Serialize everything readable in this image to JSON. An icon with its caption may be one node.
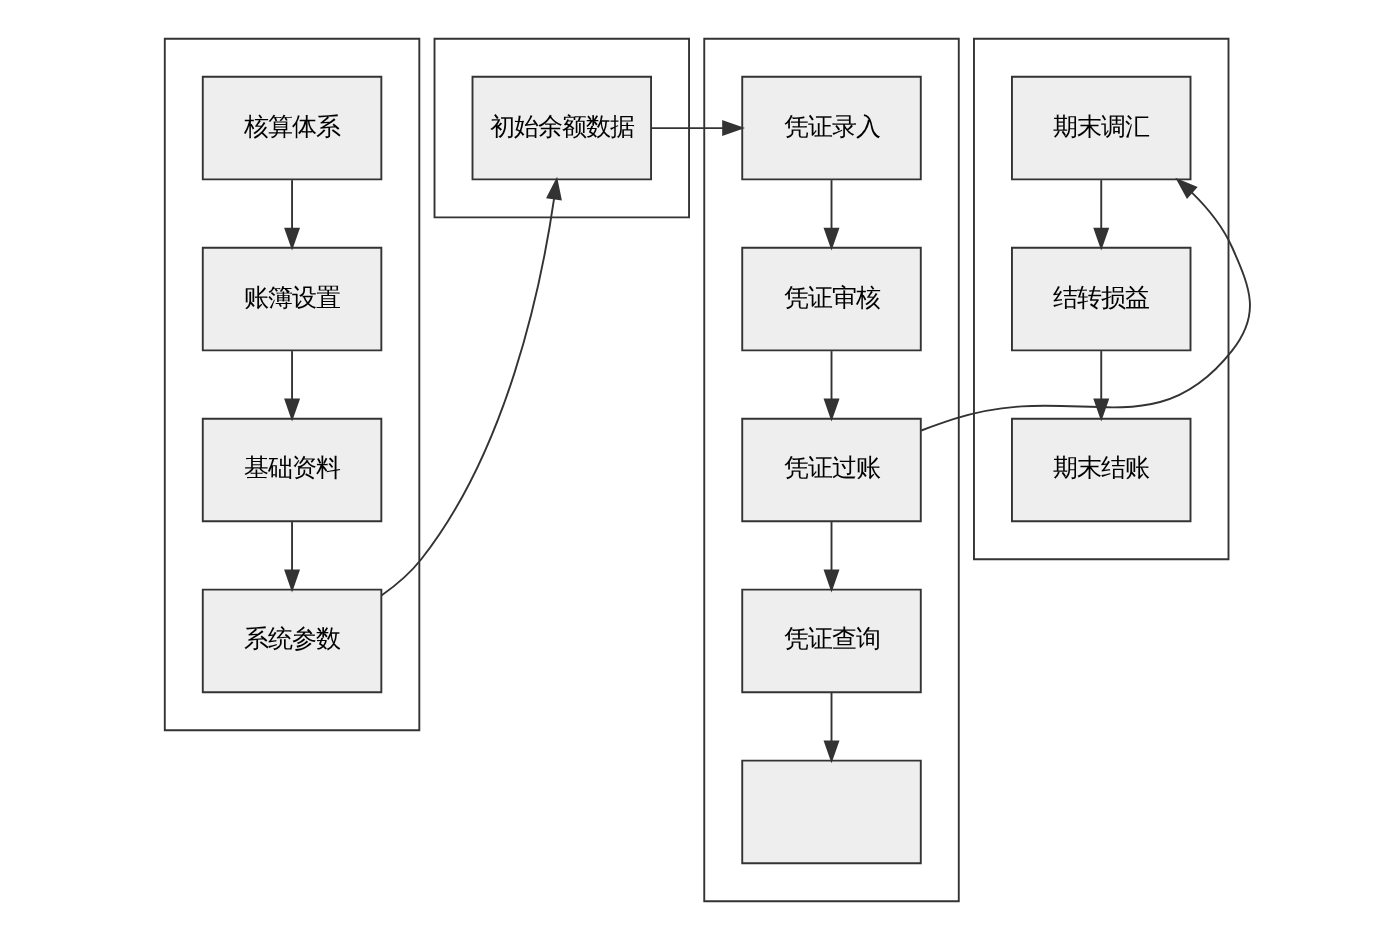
{
  "diagram": {
    "nodes": [
      {
        "text": [],
        "shape": "band"
      },
      {
        "text": [
          "核算体系"
        ],
        "in": 0
      },
      {
        "text": [
          "账簿设置"
        ],
        "in": 0
      },
      {
        "text": [
          "基础资料"
        ],
        "in": 0
      },
      {
        "text": [
          "系统参数"
        ],
        "in": 0
      },
      {
        "text": [],
        "shape": "band"
      },
      {
        "text": [
          "初始余额数据"
        ],
        "in": 5
      },
      {
        "text": [],
        "shape": "band"
      },
      {
        "text": [
          "凭证录入"
        ],
        "in": 7
      },
      {
        "text": [
          "凭证审核"
        ],
        "in": 7
      },
      {
        "text": [
          "凭证过账"
        ],
        "in": 7
      },
      {
        "text": [
          "凭证查询"
        ],
        "in": 7
      },
      {
        "text": [],
        "shape": "box",
        "in": 7
      },
      {
        "text": [],
        "shape": "band"
      },
      {
        "text": [
          "期末调汇"
        ],
        "in": 13
      },
      {
        "text": [
          "结转损益"
        ],
        "in": 13
      },
      {
        "text": [
          "期末结账"
        ],
        "in": 13
      }
    ],
    "edges": [
      {
        "from": 1,
        "to": 2,
        "arrow": "to"
      },
      {
        "from": 2,
        "to": 3,
        "arrow": "to"
      },
      {
        "from": 3,
        "to": 4,
        "arrow": "to"
      },
      {
        "from": 4,
        "to": 6,
        "arrow": "to"
      },
      {
        "from": 6,
        "to": 8,
        "arrow": "to"
      },
      {
        "from": 8,
        "to": 9,
        "arrow": "to"
      },
      {
        "from": 9,
        "to": 10,
        "arrow": "to"
      },
      {
        "from": 10,
        "to": 11,
        "arrow": "to"
      },
      {
        "from": 11,
        "to": 12,
        "arrow": "to"
      },
      {
        "from": 10,
        "to": 14,
        "arrow": "to"
      },
      {
        "from": 14,
        "to": 15,
        "arrow": "to"
      },
      {
        "from": 15,
        "to": 16,
        "arrow": "to"
      }
    ]
  }
}
